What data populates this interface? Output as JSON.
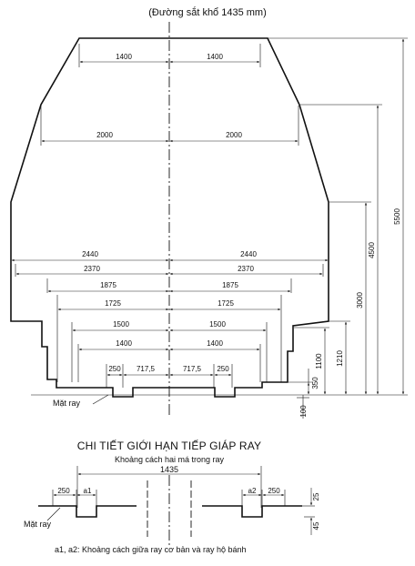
{
  "title": "(Đường sắt khổ 1435 mm)",
  "clearance_widths": [
    {
      "key": "w1400top",
      "label": "1400"
    },
    {
      "key": "w2000",
      "label": "2000"
    },
    {
      "key": "w2440",
      "label": "2440"
    },
    {
      "key": "w2370",
      "label": "2370"
    },
    {
      "key": "w1875",
      "label": "1875"
    },
    {
      "key": "w1725",
      "label": "1725"
    },
    {
      "key": "w1500",
      "label": "1500"
    },
    {
      "key": "w1400low",
      "label": "1400"
    }
  ],
  "near_rail_labels": {
    "a": "250",
    "b": "717,5"
  },
  "heights": [
    "5500",
    "4500",
    "3000",
    "1210",
    "1100",
    "350",
    "100"
  ],
  "rail_label": "Mặt ray",
  "detail": {
    "heading": "CHI TIẾT GIỚI HẠN TIẾP GIÁP RAY",
    "subtitle": "Khoảng cách hai má trong ray",
    "gauge": "1435",
    "left_labels": [
      "250",
      "a1"
    ],
    "right_labels": [
      "a2",
      "250"
    ],
    "v_top": "25",
    "v_bottom": "45",
    "rail_label": "Mặt ray",
    "note": "a1, a2: Khoảng cách giữa ray cơ bản và ray hộ bánh"
  }
}
